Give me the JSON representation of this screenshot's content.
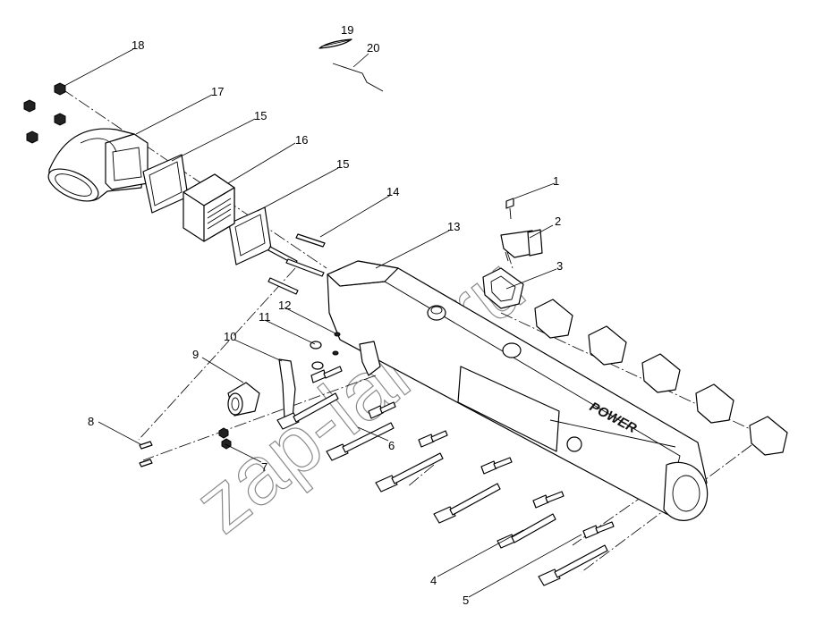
{
  "watermark": "zap-lam.ru",
  "brand_text": "POWER",
  "callouts": [
    "1",
    "2",
    "3",
    "4",
    "5",
    "6",
    "7",
    "8",
    "9",
    "10",
    "11",
    "12",
    "13",
    "14",
    "15",
    "15",
    "16",
    "17",
    "18",
    "19",
    "20"
  ]
}
